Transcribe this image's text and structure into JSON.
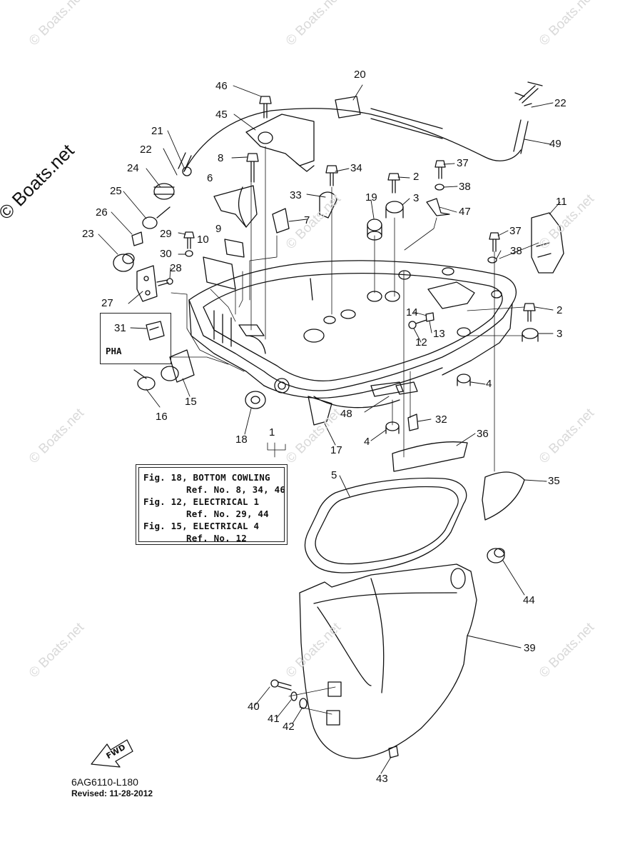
{
  "watermark": {
    "brand": "© Boats.net",
    "repeat": "© Boats.net"
  },
  "callouts": [
    "1",
    "2",
    "2",
    "3",
    "3",
    "4",
    "4",
    "5",
    "6",
    "7",
    "8",
    "9",
    "10",
    "11",
    "12",
    "13",
    "14",
    "15",
    "16",
    "17",
    "18",
    "19",
    "20",
    "21",
    "22",
    "22",
    "23",
    "24",
    "25",
    "26",
    "27",
    "28",
    "29",
    "30",
    "31",
    "32",
    "33",
    "34",
    "35",
    "36",
    "37",
    "37",
    "38",
    "38",
    "39",
    "40",
    "41",
    "42",
    "43",
    "44",
    "45",
    "46",
    "47",
    "48",
    "49"
  ],
  "reference_box": {
    "lines": [
      "Fig. 18, BOTTOM COWLING",
      "Ref. No. 8, 34, 46",
      "Fig. 12, ELECTRICAL 1",
      "Ref. No. 29, 44",
      "Fig. 15, ELECTRICAL 4",
      "Ref. No. 12"
    ]
  },
  "inset_label": "PHA",
  "fwd_label": "FWD",
  "footer": {
    "code": "6AG6110-L180",
    "revised": "Revised: 11-28-2012"
  }
}
